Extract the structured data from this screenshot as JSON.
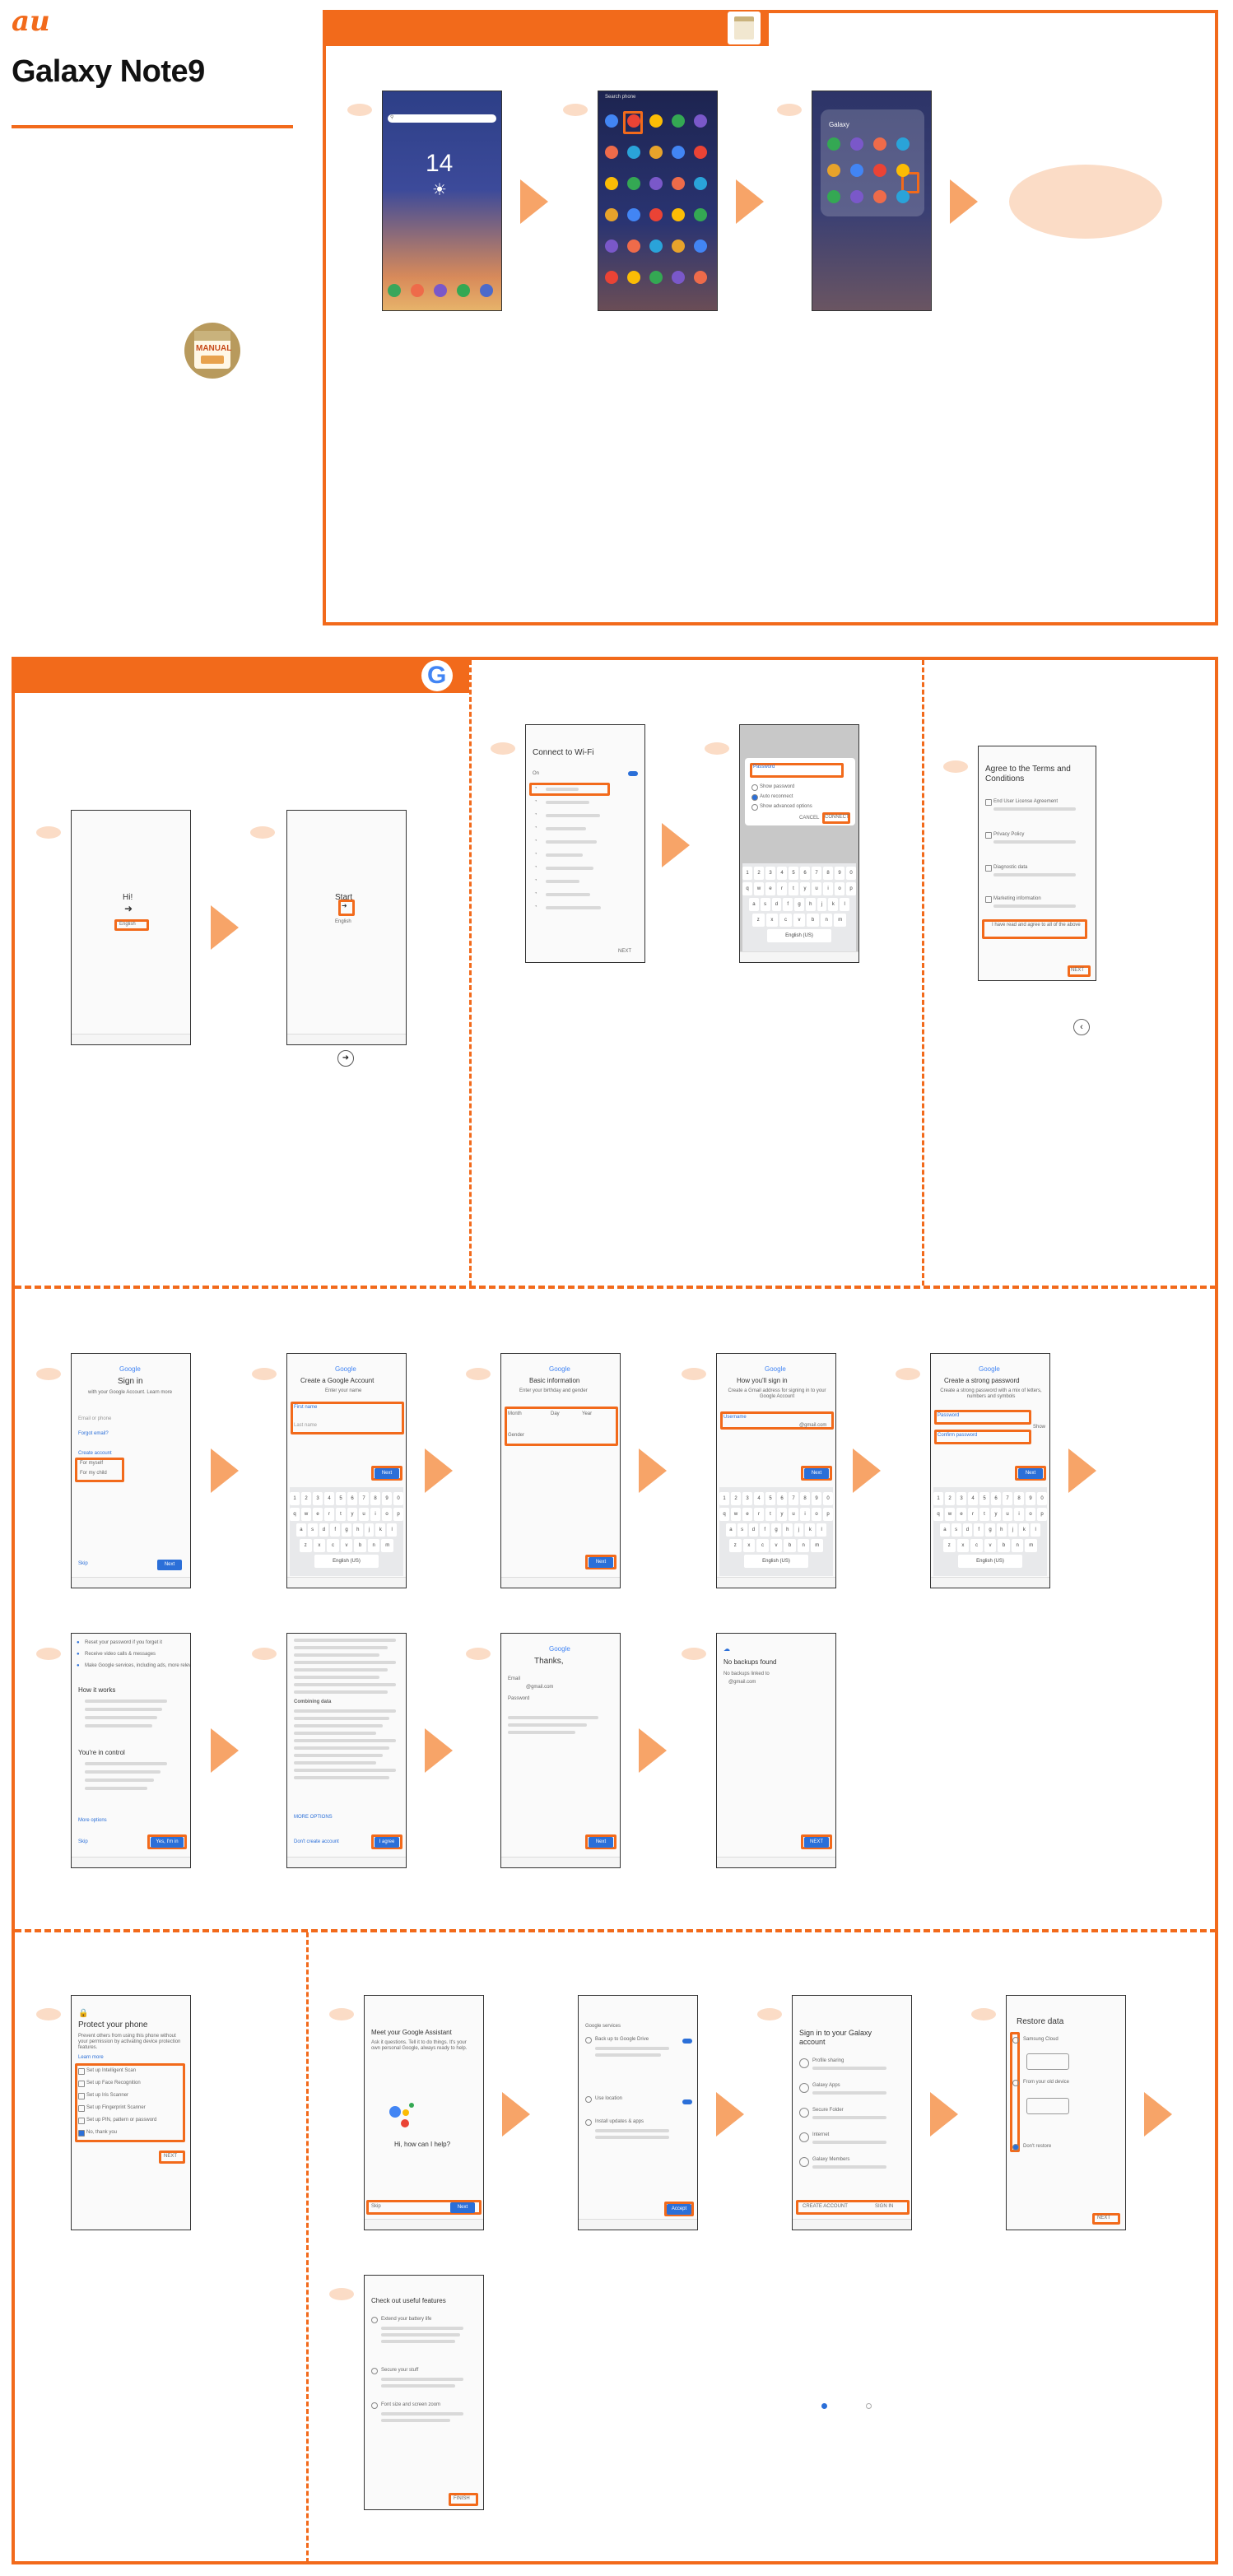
{
  "header": {
    "brand_logo": "au",
    "title": "Galaxy Note9",
    "manual_badge": "MANUAL"
  },
  "section1": {
    "home": {
      "search_placeholder": "Search",
      "clock": "14",
      "icon": "sun-icon"
    },
    "apps": {
      "search_placeholder": "Search phone"
    },
    "folder": {
      "title": "Galaxy"
    },
    "badge_icon": "manual-app-icon"
  },
  "section2": {
    "google_badge": "G",
    "welcome1": {
      "title": "Hi!",
      "language_button": "English"
    },
    "welcome2": {
      "title": "Start",
      "language_label": "English"
    },
    "wifi": {
      "title": "Connect to Wi-Fi",
      "toggle_label": "On",
      "next_button": "NEXT"
    },
    "wifi_dialog": {
      "password_label": "Password",
      "options": [
        "Show password",
        "Auto reconnect",
        "Show advanced options"
      ],
      "cancel_button": "CANCEL",
      "connect_button": "CONNECT"
    },
    "terms": {
      "title": "Agree to the Terms and Conditions",
      "items": [
        "End User License Agreement",
        "Privacy Policy",
        "Diagnostic data",
        "Marketing information"
      ],
      "agree_all": "I have read and agree to all of the above",
      "next_button": "NEXT"
    }
  },
  "section3": {
    "signin": {
      "logo": "Google",
      "title": "Sign in",
      "subtitle": "with your Google Account. Learn more",
      "email_placeholder": "Email or phone",
      "forgot_email": "Forgot email?",
      "create_account": "Create account",
      "options": [
        "For myself",
        "For my child"
      ],
      "skip_button": "Skip",
      "next_button": "Next"
    },
    "create_account": {
      "logo": "Google",
      "title": "Create a Google Account",
      "subtitle": "Enter your name",
      "first_name": "First name",
      "last_name": "Last name",
      "next_button": "Next"
    },
    "basic_info": {
      "logo": "Google",
      "title": "Basic information",
      "subtitle": "Enter your birthday and gender",
      "month": "Month",
      "day": "Day",
      "year": "Year",
      "gender": "Gender",
      "next_button": "Next"
    },
    "sign_in_how": {
      "logo": "Google",
      "title": "How you'll sign in",
      "subtitle": "Create a Gmail address for signing in to your Google Account",
      "username": "Username",
      "domain": "@gmail.com",
      "next_button": "Next"
    },
    "password": {
      "logo": "Google",
      "title": "Create a strong password",
      "subtitle": "Create a strong password with a mix of letters, numbers and symbols",
      "password": "Password",
      "confirm": "Confirm password",
      "show": "Show",
      "next_button": "Next"
    },
    "phone_number": {
      "items": [
        "Reset your password if you forget it",
        "Receive video calls & messages",
        "Make Google services, including ads, more relevant to you"
      ],
      "how_it_works": "How it works",
      "in_control": "You're in control",
      "more_options": "More options",
      "skip_button": "Skip",
      "yes_button": "Yes, I'm in"
    },
    "privacy": {
      "combining_data": "Combining data",
      "more_options": "MORE OPTIONS",
      "dont_create": "Don't create account",
      "agree_button": "I agree"
    },
    "thanks": {
      "logo": "Google",
      "title": "Thanks,",
      "email_label": "Email",
      "email_value": "@gmail.com",
      "password_label": "Password",
      "next_button": "Next"
    },
    "no_backup": {
      "title": "No backups found",
      "subtitle": "No backups linked to",
      "email_value": "@gmail.com",
      "next_button": "NEXT"
    },
    "keyboard_rows": [
      [
        "1",
        "2",
        "3",
        "4",
        "5",
        "6",
        "7",
        "8",
        "9",
        "0"
      ],
      [
        "q",
        "w",
        "e",
        "r",
        "t",
        "y",
        "u",
        "i",
        "o",
        "p"
      ],
      [
        "a",
        "s",
        "d",
        "f",
        "g",
        "h",
        "j",
        "k",
        "l"
      ],
      [
        "z",
        "x",
        "c",
        "v",
        "b",
        "n",
        "m"
      ]
    ],
    "keyboard_space": "English (US)"
  },
  "section4": {
    "protect": {
      "title": "Protect your phone",
      "subtitle": "Prevent others from using this phone without your permission by activating device protection features.",
      "learn_more": "Learn more",
      "options": [
        "Set up Intelligent Scan",
        "Set up Face Recognition",
        "Set up Iris Scanner",
        "Set up Fingerprint Scanner",
        "Set up PIN, pattern or password",
        "No, thank you"
      ],
      "next_button": "NEXT"
    },
    "assistant": {
      "title": "Meet your Google Assistant",
      "subtitle": "Ask it questions. Tell it to do things. It's your own personal Google, always ready to help.",
      "greeting": "Hi, how can I help?",
      "skip_button": "Skip",
      "next_button": "Next"
    },
    "google_services": {
      "header": "Google services",
      "items": [
        "Back up to Google Drive",
        "Use location",
        "Install updates & apps"
      ],
      "accept_button": "Accept"
    },
    "galaxy_account": {
      "title": "Sign in to your Galaxy account",
      "items": [
        "Profile sharing",
        "Galaxy Apps",
        "Secure Folder",
        "Internet",
        "Galaxy Members"
      ],
      "create_button": "CREATE ACCOUNT",
      "signin_button": "SIGN IN"
    },
    "restore": {
      "title": "Restore data",
      "options": [
        "Samsung Cloud",
        "From your old device",
        "Don't restore"
      ],
      "next_button": "NEXT"
    },
    "useful": {
      "title": "Check out useful features",
      "items": [
        "Extend your battery life",
        "Secure your stuff",
        "Font size and screen zoom"
      ],
      "finish_button": "FINISH"
    }
  },
  "colors": {
    "accent": "#f26a1b",
    "accent_light": "#f7a468",
    "bubble": "#fbdcc6",
    "blue": "#2b6fd8"
  }
}
